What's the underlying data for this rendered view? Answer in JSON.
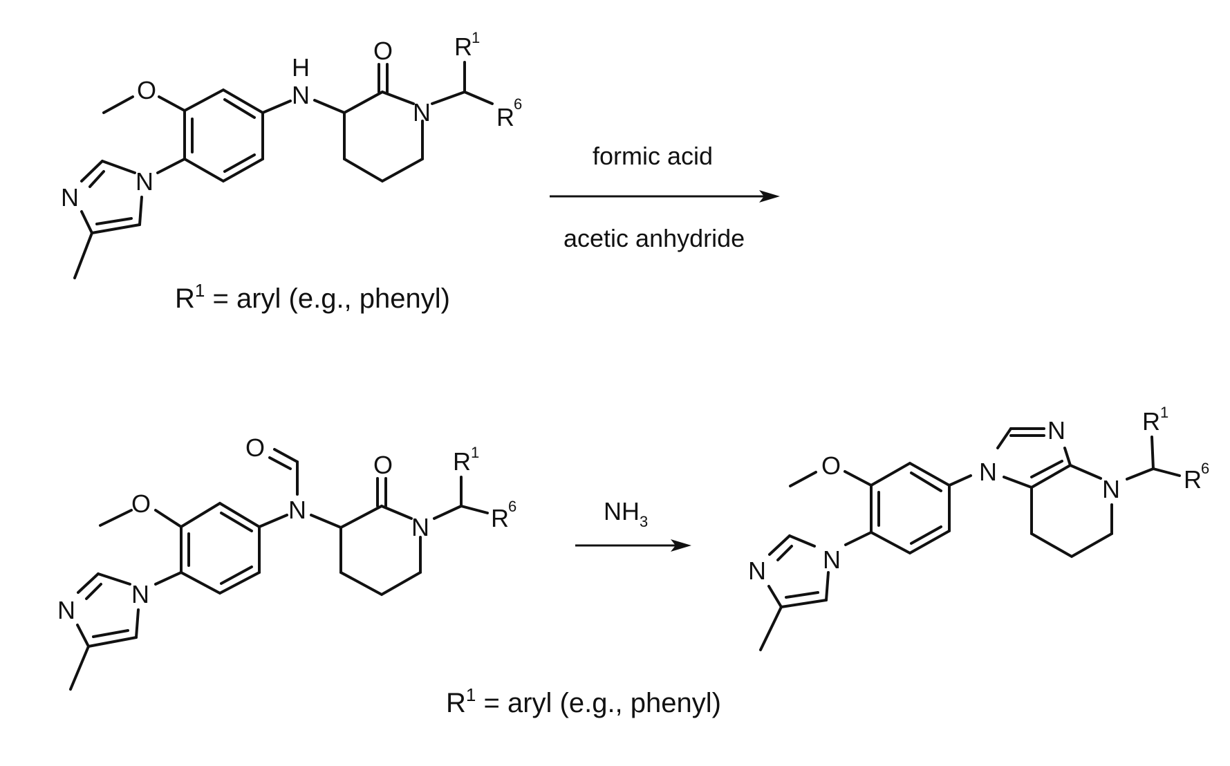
{
  "scheme": {
    "step1": {
      "starting_material": {
        "atoms": {
          "methoxy_O": "O",
          "amine_N": "N",
          "amine_H": "H",
          "lactam_O": "O",
          "lactam_N": "N",
          "imidazole_N1": "N",
          "imidazole_N3": "N",
          "R1": "R",
          "R1_sup": "1",
          "R6": "R",
          "R6_sup": "6"
        },
        "caption": {
          "prefix": "R",
          "sup": "1",
          "text": " = aryl (e.g., phenyl)"
        }
      },
      "reagent_above": "formic acid",
      "reagent_below": "acetic anhydride"
    },
    "step2": {
      "intermediate": {
        "atoms": {
          "formyl_O": "O",
          "formyl_N": "N",
          "methoxy_O": "O",
          "lactam_O": "O",
          "lactam_N": "N",
          "imidazole_N1": "N",
          "imidazole_N3": "N",
          "R1": "R",
          "R1_sup": "1",
          "R6": "R",
          "R6_sup": "6"
        }
      },
      "reagent_above": "NH",
      "reagent_above_sub": "3",
      "product": {
        "atoms": {
          "methoxy_O": "O",
          "imidazole_N1": "N",
          "imidazole_N3": "N",
          "fused_N1": "N",
          "fused_N3": "N",
          "fused_N4": "N",
          "R1": "R",
          "R1_sup": "1",
          "R6": "R",
          "R6_sup": "6"
        },
        "caption": {
          "prefix": "R",
          "sup": "1",
          "text": " = aryl (e.g., phenyl)"
        }
      }
    }
  }
}
